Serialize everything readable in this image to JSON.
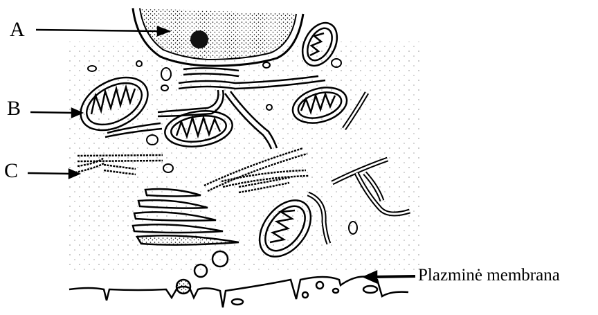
{
  "labels": {
    "a": "A",
    "b": "B",
    "c": "C",
    "membrane": "Plazminė membrana"
  },
  "colors": {
    "ink": "#000000",
    "background": "#ffffff"
  }
}
